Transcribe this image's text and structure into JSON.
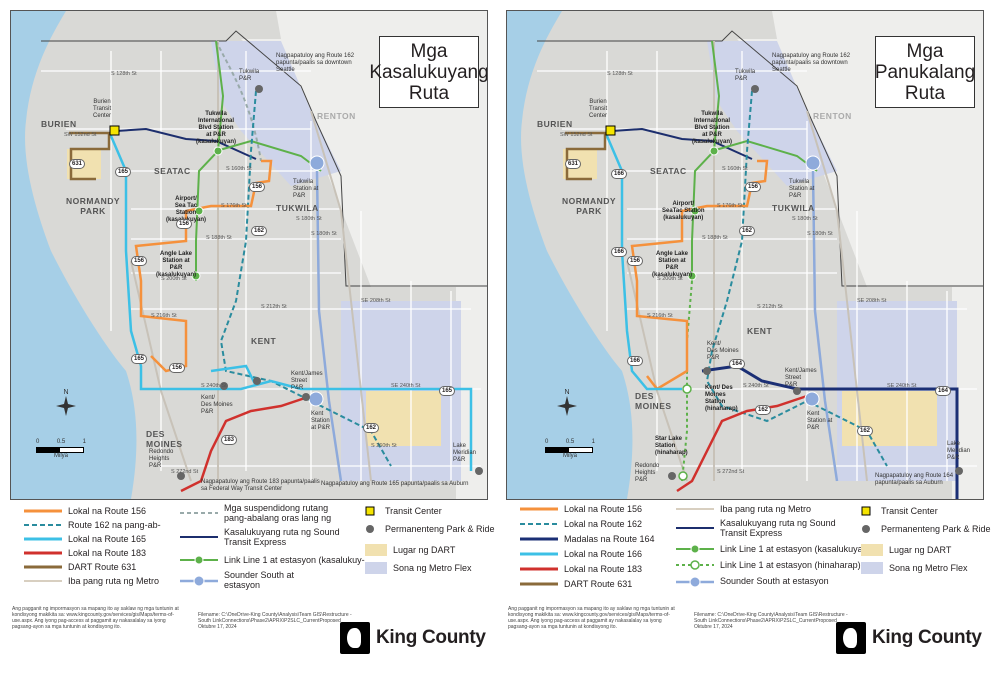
{
  "panels": [
    {
      "title": "Mga\nKasalukuyang\nRuta",
      "cities": {
        "burien": "BURIEN",
        "seatac": "SEATAC",
        "normandy": "NORMANDY\nPARK",
        "tukwila": "TUKWILA",
        "kent": "KENT",
        "des_moines": "DES\nMOINES",
        "renton": "RENTON"
      },
      "labels": {
        "burien_tc": "Burien\nTransit\nCenter",
        "tukwila_intl": "Tukwila\nInternational\nBlvd Station\nat P&R\n(kasalukuyan)",
        "airport": "Airport/\nSea Tac\nStation\n(kasalukuyan)",
        "angle_lake": "Angle Lake\nStation at\nP&R\n(kasalukuyan)",
        "tukwila_station": "Tukwila\nStation at\nP&R",
        "tukwila_pr": "Tukwila\nP&R",
        "kent_des_moines": "Kent/\nDes Moines\nP&R",
        "kent_james": "Kent/James\nStreet\nP&R",
        "kent_station": "Kent\nStation\nat P&R",
        "redondo": "Redondo\nHeights\nP&R",
        "lake_meridian": "Lake\nMeridian\nP&R",
        "note_top": "Nagpapatuloy ang Route 162\npapunta/paalis sa downtown\nSeattle",
        "note_bottom_left": "Nagpapatuloy ang Route 183 papunta/paalis\nsa Federal Way Transit Center",
        "note_bottom_right": "Nagpapatuloy ang Route 165 papunta/paalis sa Auburn"
      },
      "roads": [
        "S 128th St",
        "SW 152nd St",
        "S 160th St",
        "S 176th St",
        "S 180th St",
        "S 188th St",
        "S 200th St",
        "S 212th St",
        "S 216th St",
        "SE 208th St",
        "S 240th St",
        "SE 240th St",
        "S 272nd St",
        "S 260th St",
        "S 180th St"
      ],
      "shields": [
        "631",
        "165",
        "156",
        "156",
        "162",
        "156",
        "165",
        "156",
        "183",
        "162",
        "165"
      ]
    },
    {
      "title": "Mga\nPanukalang\nRuta",
      "cities": {
        "burien": "BURIEN",
        "seatac": "SEATAC",
        "normandy": "NORMANDY\nPARK",
        "tukwila": "TUKWILA",
        "kent": "KENT",
        "des_moines": "DES\nMOINES",
        "renton": "RENTON"
      },
      "labels": {
        "burien_tc": "Burien\nTransit\nCenter",
        "tukwila_intl": "Tukwila\nInternational\nBlvd Station\nat P&R\n(kasalukuyan)",
        "airport": "Airport/\nSeaTac Station\n(kasalukuyan)",
        "angle_lake": "Angle Lake\nStation at\nP&R\n(kasalukuyan)",
        "tukwila_station": "Tukwila\nStation at\nP&R",
        "tukwila_pr": "Tukwila\nP&R",
        "kent_des_moines": "Kent/\nDes Moines\nP&R",
        "kent_des_station": "Kent/ Des\nMoines\nStation\n(hinaharap)",
        "kent_james": "Kent/James\nStreet\nP&R",
        "kent_station": "Kent\nStation at\nP&R",
        "star_lake": "Star Lake\nStation\n(hinaharap)",
        "redondo": "Redondo\nHeights\nP&R",
        "lake_meridian": "Lake\nMeridian\nP&R",
        "note_top": "Nagpapatuloy ang Route 162\npapunta/paalis sa downtown\nSeattle",
        "note_bottom_right": "Nagpapatuloy ang Route 164\npapunta/paalis sa Auburn"
      },
      "roads": [
        "S 128th St",
        "SW 152nd St",
        "S 160th St",
        "S 176th St",
        "S 180th St",
        "S 188th St",
        "S 200th St",
        "S 212th St",
        "S 216th St",
        "SE 208th St",
        "S 240th St",
        "SE 240th St",
        "S 272nd St",
        "S 180th St"
      ],
      "shields": [
        "631",
        "166",
        "156",
        "162",
        "156",
        "166",
        "164",
        "162",
        "162",
        "164",
        "166"
      ]
    }
  ],
  "compass_n": "N",
  "scale": {
    "ticks": [
      "0",
      "0.5",
      "1"
    ],
    "unit": "Milya"
  },
  "legend_left": [
    "Lokal na Route 156",
    "Route 162 na pang-ab-",
    "Lokal na Route 165",
    "Lokal na Route 183",
    "DART Route 631",
    "Iba pang ruta ng Metro",
    "Mga suspendidong rutang\npang-abalang oras lang ng",
    "Kasalukuyang ruta ng Sound\nTransit Express",
    "Link Line 1 at estasyon (kasalukuy-",
    "Sounder South at\nestasyon",
    "Transit Center",
    "Permanenteng Park & Ride",
    "Lugar ng DART",
    "Sona ng Metro Flex"
  ],
  "legend_right": [
    "Lokal na Route 156",
    "Lokal na Route 162",
    "Madalas na Route 164",
    "Lokal na Route 166",
    "Lokal na Route 183",
    "DART Route 631",
    "Iba pang ruta ng Metro",
    "Kasalukuyang ruta ng Sound\nTransit Express",
    "Link Line 1 at estasyon (kasalukuyan)",
    "Link Line 1 at estasyon (hinaharap)",
    "Sounder South at estasyon",
    "Transit Center",
    "Permanenteng Park & Ride",
    "Lugar ng DART",
    "Sona ng Metro Flex"
  ],
  "footer_note": "Ang pagganit ng impormasyon sa mapang ito ay saklaw ng mga tuntunin at kondisyong makikita sa: www.kingcounty.gov/services/gis/Maps/terms-of-use.aspx. Ang iyong pag-access at paggamit ay nakasalalay sa iyong pagsang-ayon sa mga tuntunin at kondisyong ito.",
  "footer_mid": "Filename: C:\\OneDrive-King County\\Analysis\\Team GIS\\Restructure - South LinkConnections\\Phase2\\APRX\\P2SLC_CurrentProposed    Oktubre 17, 2024",
  "brand": "King County",
  "colors": {
    "route156": "#f5913c",
    "route162": "#2a8c9e",
    "route165": "#3cc0e6",
    "route166": "#3cc0e6",
    "route164": "#1b2f75",
    "route183": "#d0312d",
    "dart631": "#8a6a3a",
    "link": "#5db14a",
    "sound_express": "#1c2e6d",
    "metro_flex": "#ced4ea",
    "dart_area": "#f1e1b0",
    "water": "#a6cfe7"
  }
}
